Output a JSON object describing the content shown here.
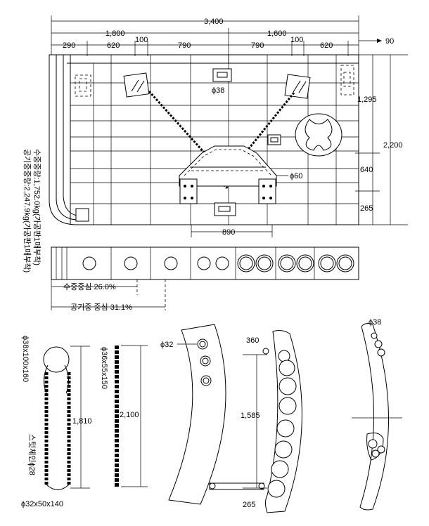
{
  "dimensions": {
    "total_width": "3,400",
    "left_half": "1,800",
    "right_half": "1,600",
    "left_segments": [
      "290",
      "620",
      "100",
      "790"
    ],
    "right_segments": [
      "790",
      "100",
      "620"
    ],
    "right_edge": "90",
    "right_heights": [
      "1,295",
      "640",
      "265"
    ],
    "total_height": "2,200",
    "bottom_width": "890"
  },
  "callouts": {
    "pipe_top": "ϕ38",
    "pipe_mid": "ϕ60"
  },
  "weights": {
    "air_weight": "공기중중량:2,247.9kg(가공판1매부착)",
    "water_weight": "수중중량:1,752.0kg(가공판1매부착)"
  },
  "centers": {
    "water_center": "수중중심 26.0%",
    "air_center": "공기중 중심 31.1%"
  },
  "details": {
    "chain_a_spec_top": "ϕ38x100x160",
    "chain_a_length": "1,810",
    "chain_a_label": "스텃체인ϕ28",
    "chain_a_spec_bottom": "ϕ32x50x140",
    "chain_b_spec": "ϕ36x55x150",
    "chain_b_length": "2,100",
    "curve_pipe": "ϕ32",
    "rib_top": "360",
    "rib_height": "1,585",
    "rib_bottom": "265",
    "side_pipe": "ϕ38"
  }
}
